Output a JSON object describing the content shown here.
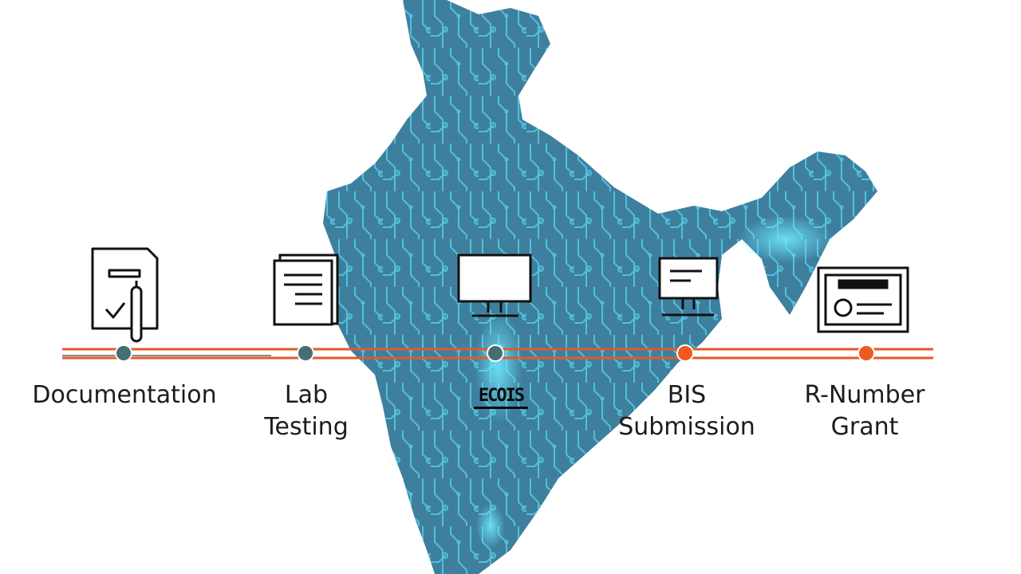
{
  "steps": [
    {
      "label_lines": [
        "Documentation"
      ],
      "icon": "document-checklist-icon",
      "status": "completed"
    },
    {
      "label_lines": [
        "Lab",
        "Testing"
      ],
      "icon": "notepad-icon",
      "status": "completed"
    },
    {
      "label_lines": [],
      "icon": "monitor-icon",
      "status": "current"
    },
    {
      "label_lines": [
        "BIS",
        "Submission"
      ],
      "icon": "monitor-icon",
      "status": "pending"
    },
    {
      "label_lines": [
        "R-Number",
        "Grant"
      ],
      "icon": "certificate-icon",
      "status": "pending"
    }
  ],
  "center_garbled_text": "ECOIS",
  "colors": {
    "timeline_orange": "#e5582a",
    "timeline_gray": "#8a8a8a",
    "node_done": "#466e72",
    "node_pending": "#f05a1e",
    "map_fill": "#3f7f9e",
    "circuit_trace": "#58d6f0",
    "icon_stroke": "#111111"
  }
}
